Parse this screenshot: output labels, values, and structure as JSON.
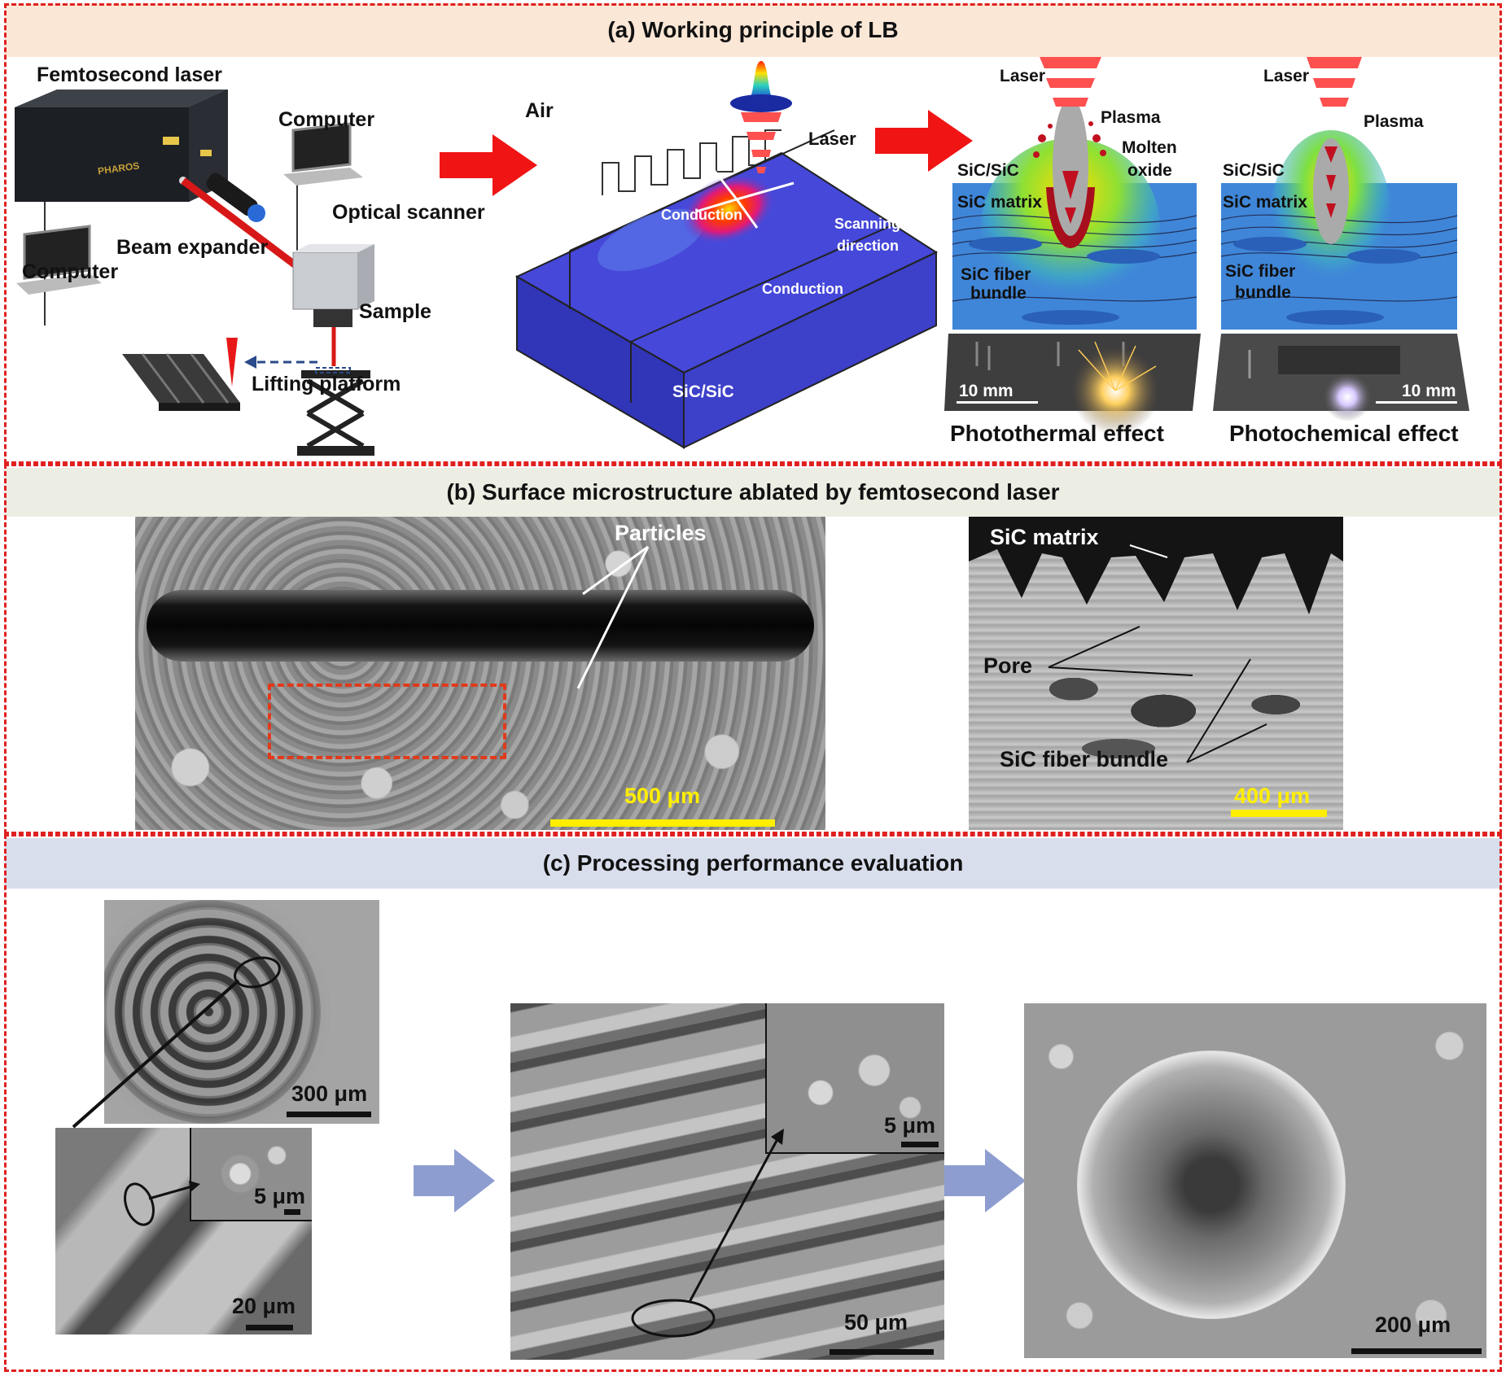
{
  "panel_a": {
    "title": "(a) Working principle of LB",
    "femtosecond_laser": "Femtosecond laser",
    "laser_brand": "PHAROS",
    "computer_top": "Computer",
    "computer_left": "Computer",
    "optical_scanner": "Optical scanner",
    "beam_expander": "Beam expander",
    "sample": "Sample",
    "lifting_platform": "Lifting platform",
    "air": "Air",
    "laser_3d": "Laser",
    "conduction_1": "Conduction",
    "conduction_2": "Conduction",
    "scanning_direction_1": "Scanning",
    "scanning_direction_2": "direction",
    "sic_sic_block": "SiC/SiC",
    "photothermal": {
      "laser": "Laser",
      "plasma": "Plasma",
      "molten_1": "Molten",
      "molten_2": "oxide",
      "sic_sic": "SiC/SiC",
      "sic_matrix": "SiC matrix",
      "fiber_1": "SiC fiber",
      "fiber_2": "bundle",
      "scale": "10 mm",
      "caption": "Photothermal effect"
    },
    "photochemical": {
      "laser": "Laser",
      "plasma": "Plasma",
      "sic_sic": "SiC/SiC",
      "sic_matrix": "SiC matrix",
      "fiber_1": "SiC fiber",
      "fiber_2": "bundle",
      "scale": "10 mm",
      "caption": "Photochemical effect"
    },
    "colors": {
      "banner_bg": "#fbe7d6",
      "arrow_red": "#f01414",
      "block_blue": "#3b3fd6",
      "layer_blue": "#3f86d8"
    }
  },
  "panel_b": {
    "title": "(b) Surface microstructure ablated by femtosecond laser",
    "particles": "Particles",
    "scale_left": "500 μm",
    "sic_matrix": "SiC matrix",
    "pore": "Pore",
    "fiber_bundle": "SiC fiber bundle",
    "scale_right": "400 μm",
    "colors": {
      "banner_bg": "#eceee4",
      "scale_yellow": "#ffee00"
    }
  },
  "panel_c": {
    "title": "(c) Processing performance evaluation",
    "scale_spiral": "300 μm",
    "scale_inset_a": "5 μm",
    "scale_detail": "20 μm",
    "scale_inset_b": "5 μm",
    "scale_mid": "50 μm",
    "scale_hole": "200 μm",
    "colors": {
      "banner_bg": "#d8deec",
      "arrow_blue": "#8d9dd0"
    }
  }
}
